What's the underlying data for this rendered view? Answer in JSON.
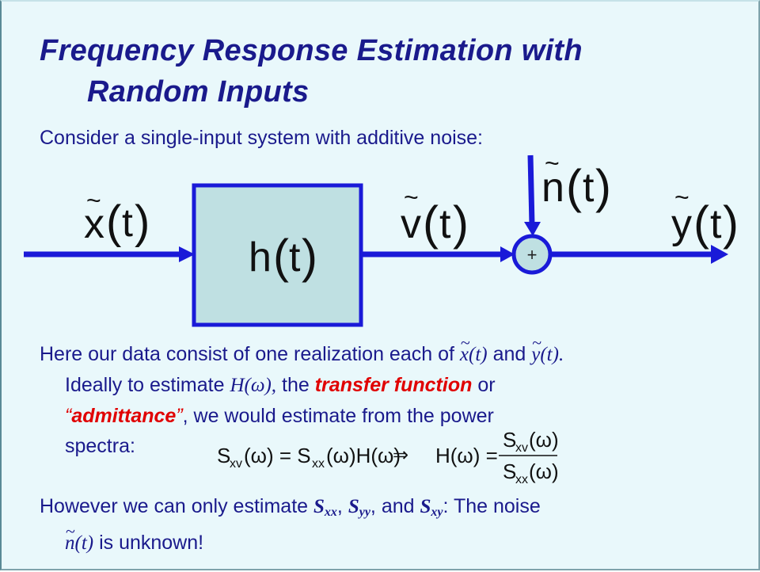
{
  "slide": {
    "title_line1": "Frequency Response Estimation with",
    "title_line2": "Random Inputs",
    "intro": "Consider a single-input system with additive noise:",
    "diagram": {
      "input_label": "x(t)",
      "system_label": "h(t)",
      "intermediate_label": "v(t)",
      "noise_label": "n(t)",
      "sum_symbol": "+",
      "output_label": "y(t)"
    },
    "paragraph1": {
      "part1": "Here our data consist of one realization each of",
      "x_sym": "x",
      "x_arg": "(t)",
      "and": "and",
      "y_sym": "y",
      "y_arg": "(t).",
      "part2": "Ideally to estimate",
      "H_sym": "H(ω),",
      "part3": "the",
      "transfer_function": "transfer function",
      "part4": "or",
      "open_quote": "“",
      "admittance": "admittance",
      "close_quote": "”",
      "part5": ", we would estimate from the power",
      "part6": "spectra:"
    },
    "equations": {
      "eq1_lhs": "S",
      "eq1_lhs_sub": "xv",
      "eq1_lhs_arg": "(ω) = S",
      "eq1_rhs_sub": "xx",
      "eq1_rhs_arg": "(ω)H(ω)",
      "implies": "⇒",
      "eq2_lhs": "H(ω) =",
      "eq2_num": "S",
      "eq2_num_sub": "xv",
      "eq2_num_arg": "(ω)",
      "eq2_den": "S",
      "eq2_den_sub": "xx",
      "eq2_den_arg": "(ω)"
    },
    "paragraph2": {
      "part1": "However we can only estimate",
      "s1": "S",
      "s1_sub": "xx",
      "comma1": ",",
      "s2": "S",
      "s2_sub": "yy",
      "comma2": ", and",
      "s3": "S",
      "s3_sub": "xy",
      "part2": ": The noise",
      "n_sym": "n",
      "n_arg": "(t)",
      "part3": "is unknown!"
    },
    "colors": {
      "title": "#1a1a8c",
      "text": "#1a1a8c",
      "accent": "#e00000",
      "line": "#1a1ad8",
      "box_fill": "#bfe0e2",
      "slide_bg": "#e9f8fb"
    }
  }
}
